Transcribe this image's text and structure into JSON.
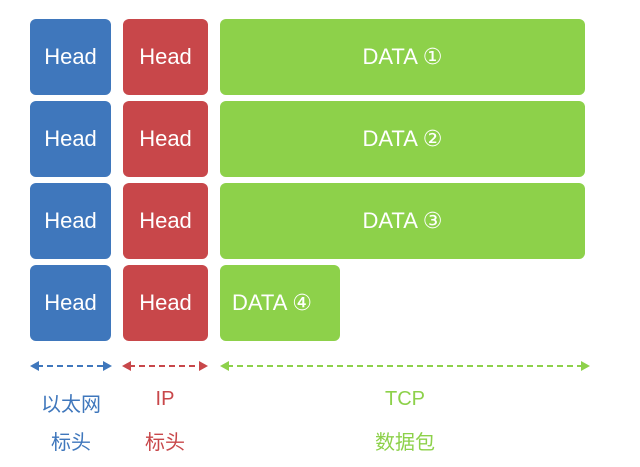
{
  "rows": [
    {
      "eth_head": "Head",
      "ip_head": "Head",
      "data": "DATA ①"
    },
    {
      "eth_head": "Head",
      "ip_head": "Head",
      "data": "DATA ②"
    },
    {
      "eth_head": "Head",
      "ip_head": "Head",
      "data": "DATA ③"
    },
    {
      "eth_head": "Head",
      "ip_head": "Head",
      "data": "DATA ④"
    }
  ],
  "labels": {
    "ethernet_line1": "以太网",
    "ethernet_line2": "标头",
    "ip_line1": "IP",
    "ip_line2": "标头",
    "tcp_line1": "TCP",
    "tcp_line2": "数据包"
  },
  "colors": {
    "ethernet": "#3f77bc",
    "ip": "#c8474a",
    "tcp": "#8dd14a"
  }
}
